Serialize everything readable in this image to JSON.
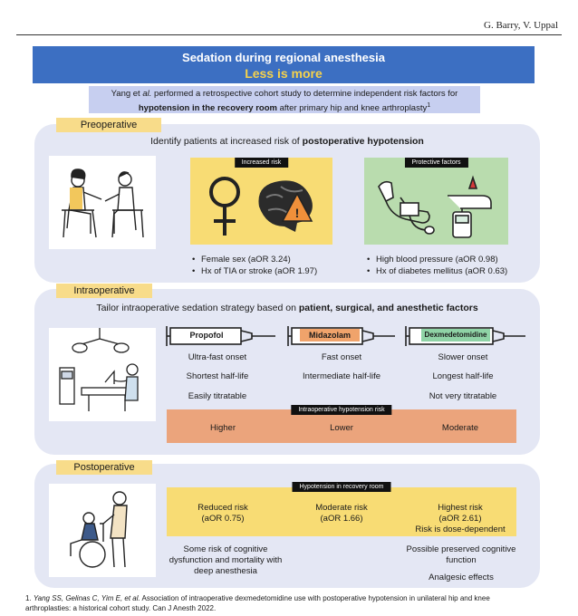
{
  "header": {
    "authors": "G. Barry, V. Uppal"
  },
  "banner": {
    "title": "Sedation during regional anesthesia",
    "subtitle": "Less is more"
  },
  "intro": {
    "line1_a": "Yang et ",
    "line1_b": "al.",
    "line1_c": " performed a retrospective cohort study to determine independent risk factors for",
    "line2_bold": "hypotension in the recovery room",
    "line2_rest": " after primary hip and knee arthroplasty",
    "ref": "1"
  },
  "preoperative": {
    "tag": "Preoperative",
    "heading_a": "Identify patients at increased risk of ",
    "heading_b": "postoperative hypotension",
    "increased": {
      "header": "Increased risk",
      "bullets": [
        "Female sex (aOR 3.24)",
        "Hx of TIA or stroke (aOR 1.97)"
      ]
    },
    "protective": {
      "header": "Protective factors",
      "bullets": [
        "High blood pressure (aOR 0.98)",
        "Hx of diabetes mellitus (aOR 0.63)"
      ]
    }
  },
  "intraoperative": {
    "tag": "Intraoperative",
    "heading_a": "Tailor intraoperative sedation strategy based on ",
    "heading_b": "patient, surgical, and anesthetic factors",
    "drugs": [
      {
        "name": "Propofol",
        "onset": "Ultra-fast onset",
        "half_life": "Shortest half-life",
        "titration": "Easily titratable",
        "risk": "Higher",
        "color": "#ffffff"
      },
      {
        "name": "Midazolam",
        "onset": "Fast onset",
        "half_life": "Intermediate half-life",
        "titration": "",
        "risk": "Lower",
        "color": "#f0a36b"
      },
      {
        "name": "Dexmedetomidine",
        "onset": "Slower onset",
        "half_life": "Longest half-life",
        "titration": "Not very titratable",
        "risk": "Moderate",
        "color": "#8fd3a6"
      }
    ],
    "risk_header": "Intraoperative hypotension risk"
  },
  "postoperative": {
    "tag": "Postoperative",
    "recovery_header": "Hypotension in recovery room",
    "cols": [
      {
        "line1": "Reduced risk",
        "line2": "(aOR 0.75)",
        "line3": ""
      },
      {
        "line1": "Moderate risk",
        "line2": "(aOR 1.66)",
        "line3": ""
      },
      {
        "line1": "Highest risk",
        "line2": "(aOR 2.61)",
        "line3": "Risk is dose-dependent"
      }
    ],
    "left_note": "Some risk of cognitive dysfunction and mortality with deep anesthesia",
    "right_note1": "Possible preserved cognitive function",
    "right_note2": "Analgesic effects"
  },
  "footnote": {
    "num": "1.",
    "authors": "Yang SS, Gelinas C, Yim E, et al.",
    "text": " Association of intraoperative dexmedetomidine use with postoperative hypotension in unilateral hip and knee arthroplasties: a historical cohort study. Can J Anesth 2022."
  },
  "colors": {
    "banner": "#3c6fc2",
    "banner_subtitle": "#f6d24b",
    "panel": "#e4e7f4",
    "tag": "#f8dc8a",
    "increased_risk": "#f8dc74",
    "protective": "#b9dcae",
    "intraop_risk": "#eba47c"
  }
}
